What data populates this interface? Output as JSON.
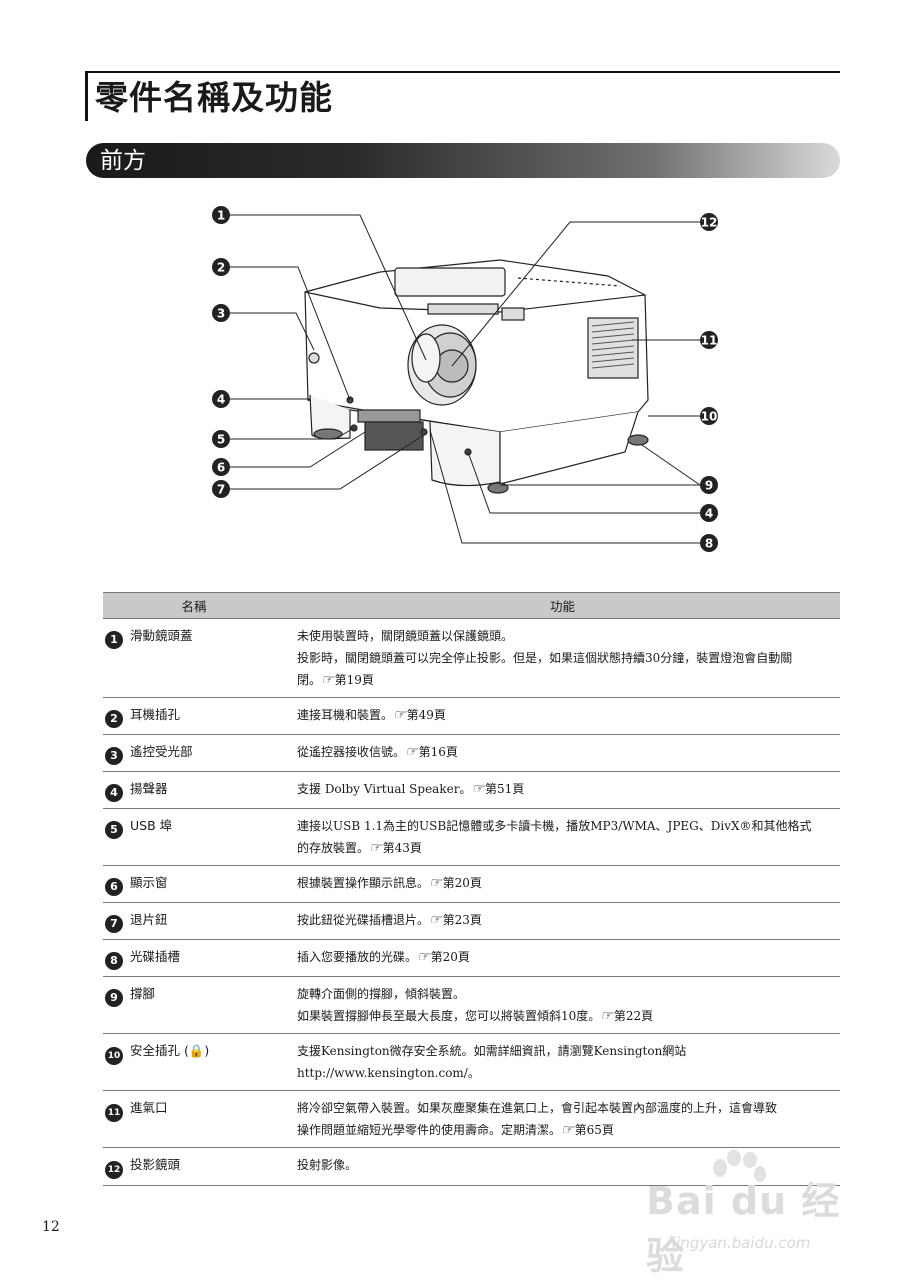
{
  "page": {
    "title": "零件名稱及功能",
    "section": "前方",
    "page_number": "12"
  },
  "diagram": {
    "callouts": [
      "1",
      "2",
      "3",
      "4",
      "5",
      "6",
      "7",
      "12",
      "11",
      "10",
      "9",
      "4",
      "8"
    ]
  },
  "table": {
    "headers": {
      "name": "名稱",
      "function": "功能"
    },
    "rows": [
      {
        "num": "1",
        "name": "滑動鏡頭蓋",
        "lines": [
          "未使用裝置時，關閉鏡頭蓋以保護鏡頭。",
          "投影時，關閉鏡頭蓋可以完全停止投影。但是，如果這個狀態持續30分鐘，裝置燈泡會自動關",
          "閉。"
        ],
        "ref": "第19頁"
      },
      {
        "num": "2",
        "name": "耳機插孔",
        "lines": [
          "連接耳機和裝置。"
        ],
        "ref": "第49頁"
      },
      {
        "num": "3",
        "name": "遙控受光部",
        "lines": [
          "從遙控器接收信號。"
        ],
        "ref": "第16頁"
      },
      {
        "num": "4",
        "name": "揚聲器",
        "lines": [
          "支援 Dolby Virtual Speaker。"
        ],
        "ref": "第51頁"
      },
      {
        "num": "5",
        "name": "USB 埠",
        "lines": [
          "連接以USB 1.1為主的USB記憶體或多卡讀卡機，播放MP3/WMA、JPEG、DivX®和其他格式",
          "的存放裝置。"
        ],
        "ref": "第43頁"
      },
      {
        "num": "6",
        "name": "顯示窗",
        "lines": [
          "根據裝置操作顯示訊息。"
        ],
        "ref": "第20頁"
      },
      {
        "num": "7",
        "name": "退片鈕",
        "lines": [
          "按此鈕從光碟插槽退片。"
        ],
        "ref": "第23頁"
      },
      {
        "num": "8",
        "name": "光碟插槽",
        "lines": [
          "插入您要播放的光碟。"
        ],
        "ref": "第20頁"
      },
      {
        "num": "9",
        "name": "撐腳",
        "lines": [
          "旋轉介面側的撐腳，傾斜裝置。",
          "如果裝置撐腳伸長至最大長度，您可以將裝置傾斜10度。"
        ],
        "ref": "第22頁"
      },
      {
        "num": "10",
        "name": "安全插孔 (🔒)",
        "lines": [
          "支援Kensington微存安全系統。如需詳細資訊，請瀏覽Kensington網站",
          "http://www.kensington.com/。"
        ],
        "ref": ""
      },
      {
        "num": "11",
        "name": "進氣口",
        "lines": [
          "將冷卻空氣帶入裝置。如果灰塵聚集在進氣口上，會引起本裝置內部溫度的上升，這會導致",
          "操作問題並縮短光學零件的使用壽命。定期清潔。"
        ],
        "ref": "第65頁"
      },
      {
        "num": "12",
        "name": "投影鏡頭",
        "lines": [
          "投射影像。"
        ],
        "ref": ""
      }
    ]
  },
  "watermark": {
    "brand": "Bai du 经验",
    "url": "jingyan.baidu.com"
  }
}
